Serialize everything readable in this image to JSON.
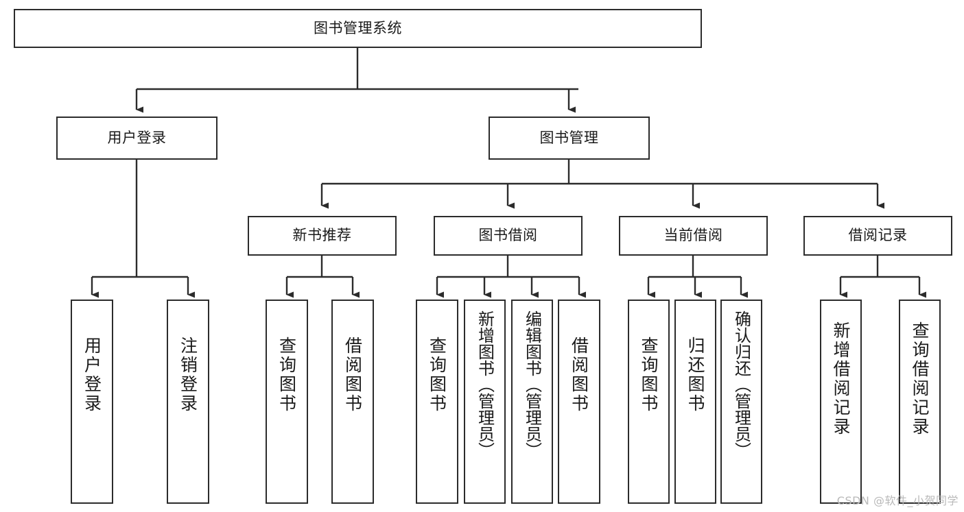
{
  "diagram": {
    "type": "tree-hierarchy",
    "title": "图书管理系统",
    "watermark": "CSDN @软件_小贺同学",
    "colors": {
      "box_border": "#2b2b2b",
      "box_fill": "#ffffff",
      "connector": "#2b2b2b",
      "text": "#1a1a1a",
      "watermark": "#b9b9b9"
    },
    "nodes": {
      "root": {
        "label": "图书管理系统"
      },
      "level2": [
        {
          "label": "用户登录"
        },
        {
          "label": "图书管理"
        }
      ],
      "level3": [
        {
          "label": "新书推荐"
        },
        {
          "label": "图书借阅"
        },
        {
          "label": "当前借阅"
        },
        {
          "label": "借阅记录"
        }
      ],
      "leaves": {
        "user_login": [
          {
            "label": "用户登录"
          },
          {
            "label": "注销登录"
          }
        ],
        "new_book_recommend": [
          {
            "label": "查询图书"
          },
          {
            "label": "借阅图书"
          }
        ],
        "book_borrow": [
          {
            "label": "查询图书"
          },
          {
            "label": "新增图书（管理员）"
          },
          {
            "label": "编辑图书（管理员）"
          },
          {
            "label": "借阅图书"
          }
        ],
        "current_borrow": [
          {
            "label": "查询图书"
          },
          {
            "label": "归还图书"
          },
          {
            "label": "确认归还（管理员）"
          }
        ],
        "borrow_record": [
          {
            "label": "新增借阅记录"
          },
          {
            "label": "查询借阅记录"
          }
        ]
      }
    }
  }
}
